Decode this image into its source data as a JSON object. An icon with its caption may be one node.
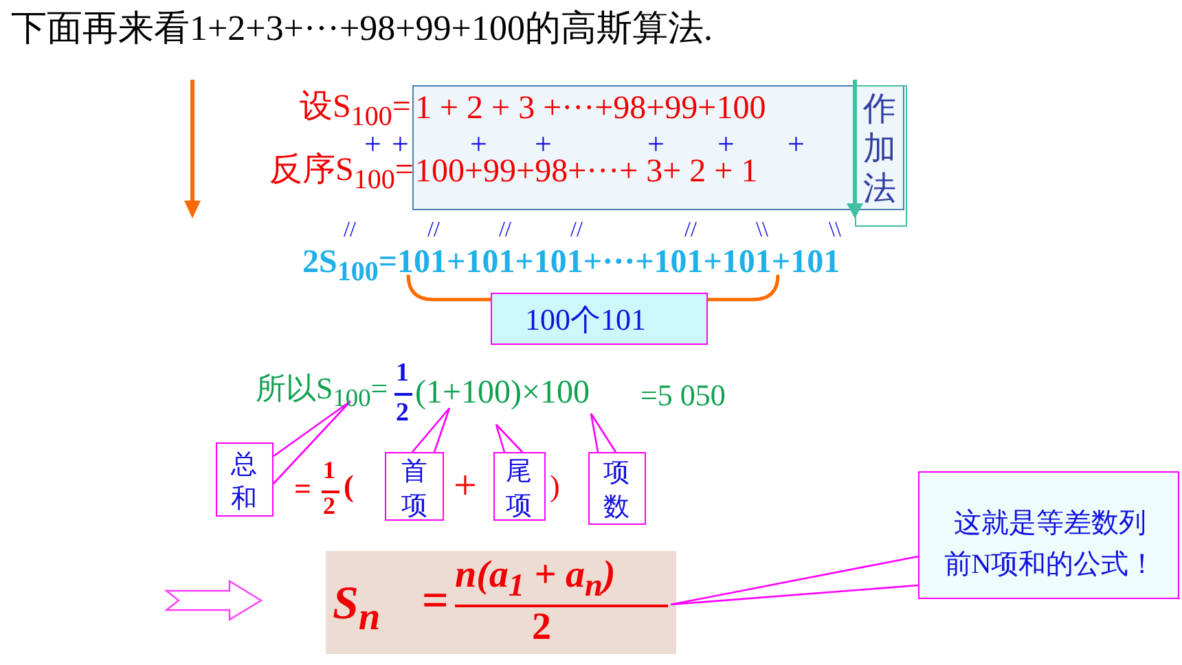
{
  "diagram": {
    "nodes": [
      {
        "text": [
          "1 + 2 + 3 +···+98+99+100",
          "100+99+98+···+ 3+ 2 + 1"
        ]
      },
      {
        "text": [
          "作加法"
        ]
      },
      {
        "text": [
          "100个101"
        ]
      },
      {
        "text": [
          "总和"
        ]
      },
      {
        "text": [
          "首项"
        ]
      },
      {
        "text": [
          "尾项"
        ]
      },
      {
        "text": [
          "项数"
        ]
      },
      {
        "text": [
          "S$_{n}$",
          "=",
          "n(a$_{1}$ + a$_{n}$)",
          "2"
        ]
      },
      {
        "text": [
          "这就是等差数列前N项和的公式！"
        ]
      }
    ],
    "edges": [
      {
        "from": 3,
        "to": null,
        "arrow": "none"
      },
      {
        "from": 4,
        "to": null,
        "arrow": "none"
      },
      {
        "from": 5,
        "to": null,
        "arrow": "none"
      },
      {
        "from": 6,
        "to": null,
        "arrow": "none"
      },
      {
        "from": 8,
        "to": 7,
        "arrow": "none"
      }
    ],
    "labels": [
      "下面再来看1+2+3+···+98+99+100的高斯算法.",
      "设S$_{100}$=",
      "+",
      "+",
      "+",
      "+",
      "+",
      "+",
      "+",
      "反序S$_{100}$=",
      "//",
      "//",
      "//",
      "//",
      "//",
      "\\\\",
      "\\\\",
      "2S$_{100}$=101+101+101+···+101+101+101",
      "所以S$_{100}$=",
      "1",
      "2",
      "(1+100)×100",
      "=5 050",
      "=",
      "1",
      "2",
      "(",
      "+",
      ")"
    ]
  }
}
